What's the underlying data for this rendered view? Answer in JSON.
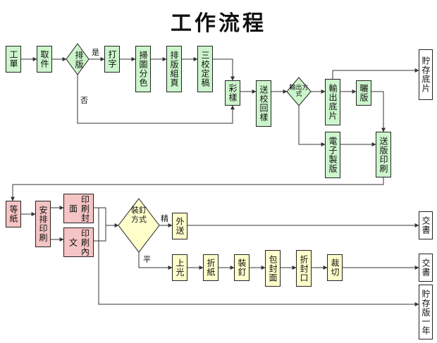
{
  "title": "工作流程",
  "nodes": {
    "work_order": "工單",
    "fetch": "取件",
    "layout_q": "排版",
    "typing": "打字",
    "scan": "掃圖分色",
    "compose": "排版組頁",
    "proof3": "三校定稿",
    "color_sample": "彩樣",
    "send_proof": "送校回樣",
    "output_q": "輸出方式",
    "output_film": "輸出底片",
    "expose": "曬版",
    "store_film": "貯存底片",
    "e_plate": "電子製版",
    "send_print": "送版印刷",
    "wait_paper": "等紙",
    "arrange_print": "安排印刷",
    "print_cover": "印刷封面",
    "print_content": "印刷內文",
    "binding_q": "裝釘方式",
    "outsource": "外送",
    "up_light": "上光",
    "fold": "折紙",
    "bind": "裝釘",
    "wrap_cover": "包封面",
    "fold_edge": "折封口",
    "trim": "裁切",
    "deliver1": "交書",
    "deliver2": "交書",
    "store_year": "貯存版一年"
  },
  "edge_labels": {
    "yes": "是",
    "no": "否",
    "fine": "精",
    "plain": "平"
  }
}
